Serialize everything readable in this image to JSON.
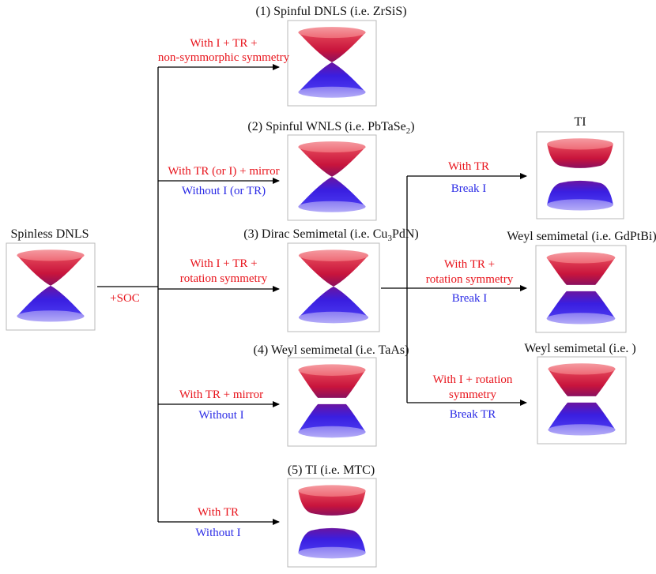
{
  "root": {
    "title": "Spinless DNLS",
    "soc_label": "+SOC"
  },
  "branches": [
    {
      "title": "(1) Spinful DNLS (i.e. ZrSiS)",
      "cond_red": [
        "With I + TR +",
        "non-symmorphic symmetry"
      ],
      "cond_blue": [],
      "band": "gapless"
    },
    {
      "title_main": "(2) Spinful WNLS (i.e. PbTaSe",
      "title_sub": "2",
      "title_end": ")",
      "cond_red": [
        "With TR (or I) + mirror"
      ],
      "cond_blue": [
        "Without I (or TR)"
      ],
      "band": "gapless"
    },
    {
      "title_main": "(3) Dirac Semimetal (i.e. Cu",
      "title_sub": "3",
      "title_end": "PdN)",
      "cond_red": [
        "With I + TR +",
        "rotation symmetry"
      ],
      "cond_blue": [],
      "band": "gapless"
    },
    {
      "title": "(4) Weyl semimetal (i.e. TaAs)",
      "cond_red": [
        "With TR + mirror"
      ],
      "cond_blue": [
        "Without I"
      ],
      "band": "weyl"
    },
    {
      "title": "(5) TI (i.e. MTC)",
      "cond_red": [
        "With TR"
      ],
      "cond_blue": [
        "Without I"
      ],
      "band": "gapped"
    }
  ],
  "sub_branches": [
    {
      "title": "TI",
      "cond_red": [
        "With TR"
      ],
      "cond_blue": [
        "Break I"
      ],
      "band": "gapped"
    },
    {
      "title": "Weyl semimetal (i.e. GdPtBi)",
      "cond_red": [
        "With TR +",
        "rotation symmetry"
      ],
      "cond_blue": [
        "Break I"
      ],
      "band": "weyl"
    },
    {
      "title": "Weyl semimetal (i.e. )",
      "cond_red": [
        "With I + rotation",
        "symmetry"
      ],
      "cond_blue": [
        "Break TR"
      ],
      "band": "weyl"
    }
  ],
  "colors": {
    "condition_red": "#e8141c",
    "condition_blue": "#2b2be6",
    "cone_top": "#f4777f",
    "cone_mid": "#c0144c",
    "cone_bottom": "#3a1ed6",
    "cone_bottom_light": "#9a90f4"
  }
}
